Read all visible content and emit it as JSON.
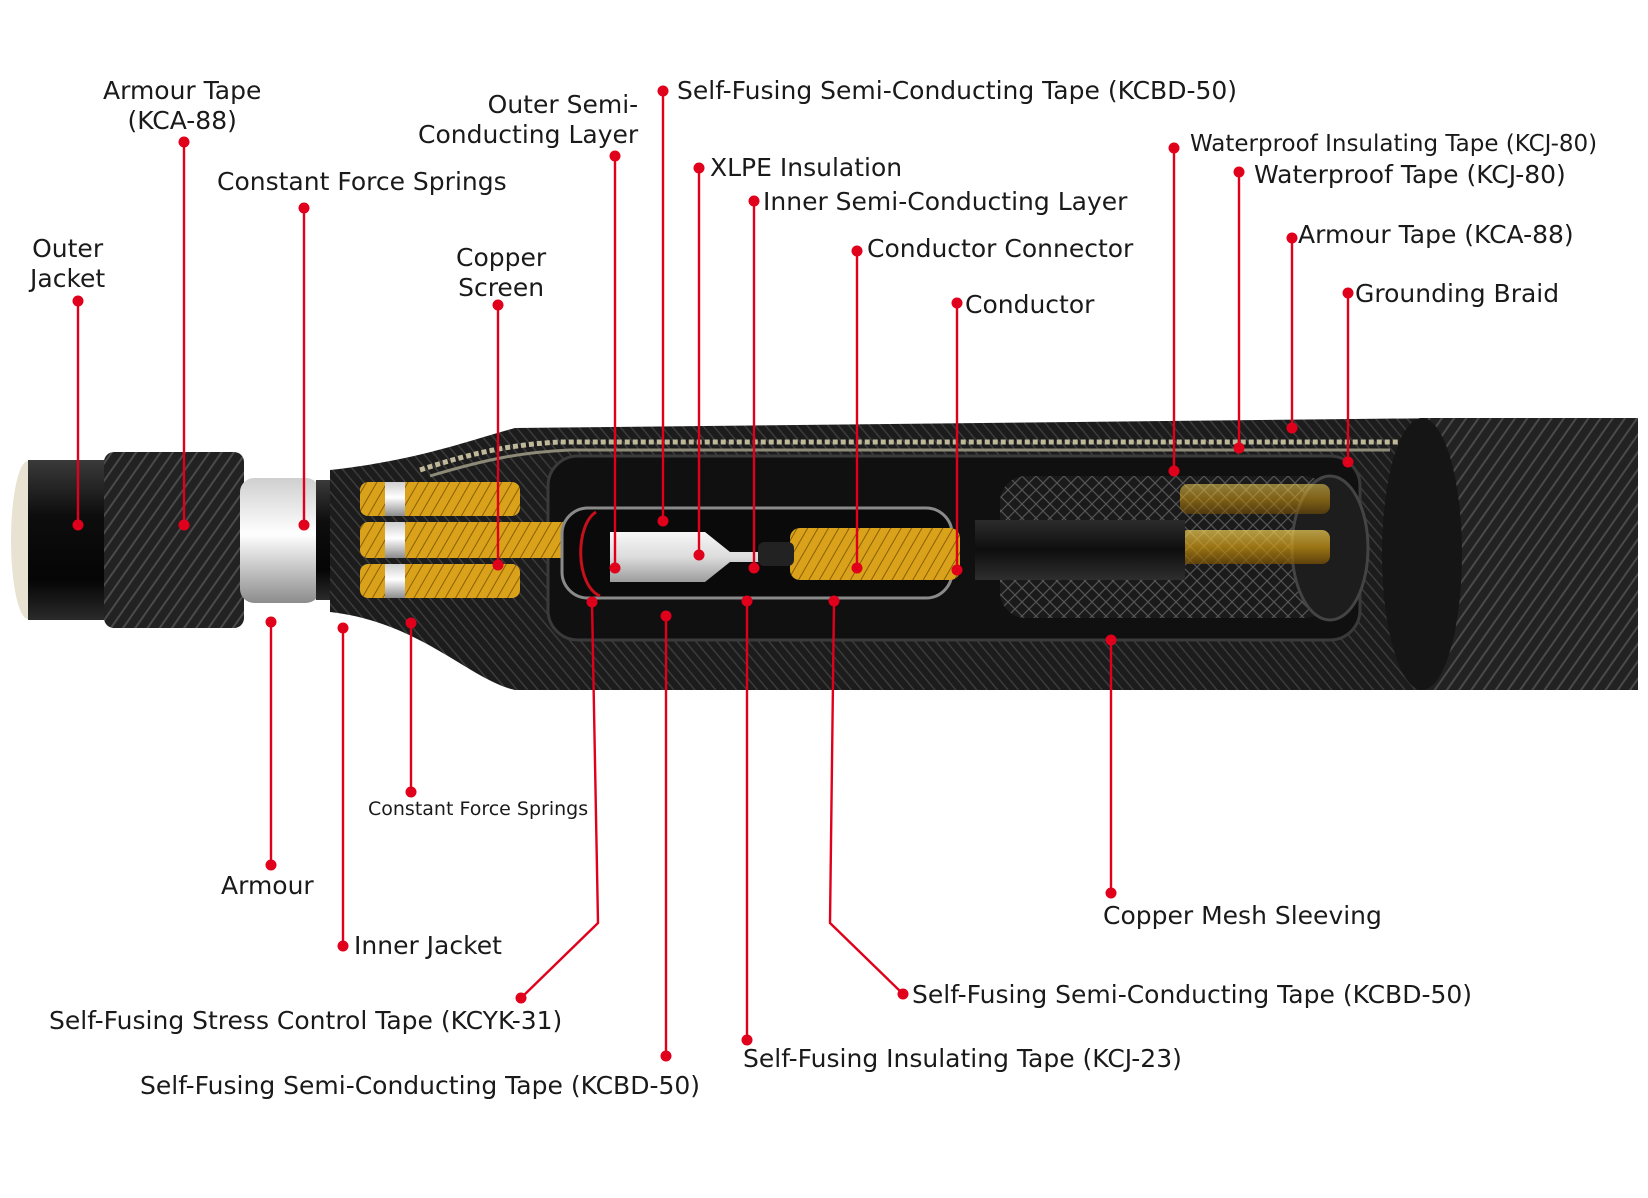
{
  "colors": {
    "leader": "#e0001b",
    "jacket": "#0c0c0c",
    "braid": "#2e2e2e",
    "copper": "#d9a21a",
    "xlpe": "#e8e8e8",
    "text": "#1a1a1a"
  },
  "labels": {
    "outer_jacket": [
      "Outer",
      "Jacket"
    ],
    "armour_tape_left": [
      "Armour Tape",
      "(KCA-88)"
    ],
    "constant_force_springs_top": "Constant Force Springs",
    "copper_screen": [
      "Copper",
      "Screen"
    ],
    "outer_semi_conducting_layer": [
      "Outer Semi-",
      "Conducting Layer"
    ],
    "self_fusing_semi_tape_top": "Self-Fusing Semi-Conducting Tape (KCBD-50)",
    "xlpe_insulation": "XLPE Insulation",
    "inner_semi_conducting_layer": "Inner Semi-Conducting Layer",
    "conductor_connector": "Conductor Connector",
    "conductor": "Conductor",
    "waterproof_insulating_tape": "Waterproof Insulating Tape (KCJ-80)",
    "waterproof_tape": "Waterproof Tape (KCJ-80)",
    "armour_tape_right": "Armour Tape (KCA-88)",
    "grounding_braid": "Grounding Braid",
    "constant_force_springs_bottom": "Constant Force Springs",
    "armour": "Armour",
    "inner_jacket": "Inner Jacket",
    "self_fusing_stress_control_tape": "Self-Fusing Stress Control Tape (KCYK-31)",
    "self_fusing_semi_tape_bottom_left": "Self-Fusing Semi-Conducting Tape (KCBD-50)",
    "self_fusing_insulating_tape": "Self-Fusing Insulating Tape (KCJ-23)",
    "self_fusing_semi_tape_bottom_right": "Self-Fusing Semi-Conducting Tape (KCBD-50)",
    "copper_mesh_sleeving": "Copper Mesh Sleeving"
  }
}
